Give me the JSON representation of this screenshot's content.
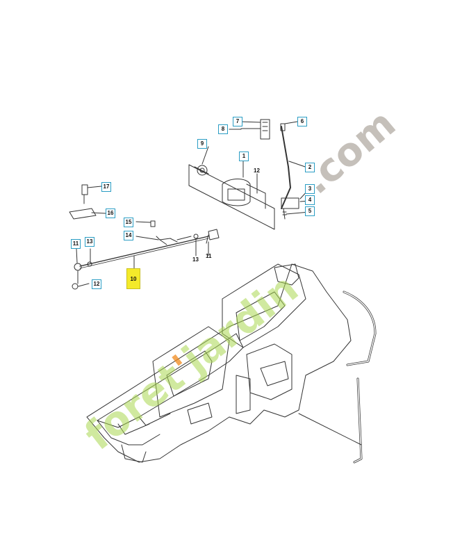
{
  "watermark": {
    "left": "foret",
    "accent": "'",
    "right": "jardin",
    "suffix": ".com",
    "color_green": "#a9d34f",
    "color_orange": "#f08a1c",
    "color_gray": "#9a8f84"
  },
  "callouts": {
    "c1": "1",
    "c2": "2",
    "c3": "3",
    "c4": "4",
    "c5": "5",
    "c6": "6",
    "c7": "7",
    "c8": "8",
    "c9": "9",
    "c10": "10",
    "c11": "11",
    "c12": "12",
    "c13": "13",
    "c14": "14",
    "c15": "15",
    "c16": "16",
    "c17": "17"
  },
  "labels": {
    "l12": "12",
    "l13": "13",
    "l11": "11"
  },
  "colors": {
    "callout_border": "#2a9dc4",
    "highlight": "#f4ea2a",
    "line": "#333333"
  }
}
